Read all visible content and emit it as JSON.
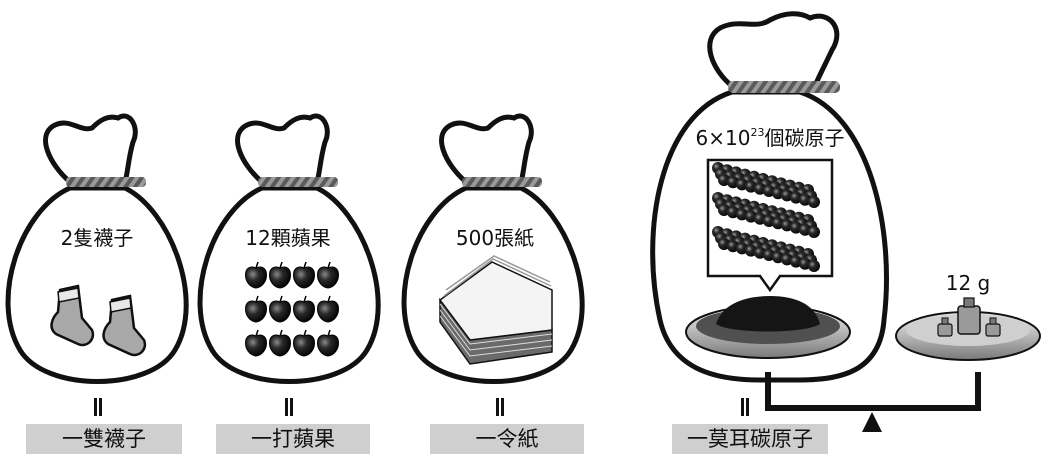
{
  "bags": [
    {
      "content_label": "2隻襪子",
      "unit_label": "一雙襪子"
    },
    {
      "content_label": "12顆蘋果",
      "unit_label": "一打蘋果"
    },
    {
      "content_label": "500張紙",
      "unit_label": "一令紙"
    },
    {
      "content_label_base": "6×10",
      "content_label_exp": "23",
      "content_label_rest": "個碳原子",
      "unit_label": "一莫耳碳原子"
    }
  ],
  "scale": {
    "weight_label": "12 g"
  },
  "colors": {
    "outline": "#111111",
    "label_bg": "#cfcfcf",
    "rope": "#6b6b6b"
  }
}
